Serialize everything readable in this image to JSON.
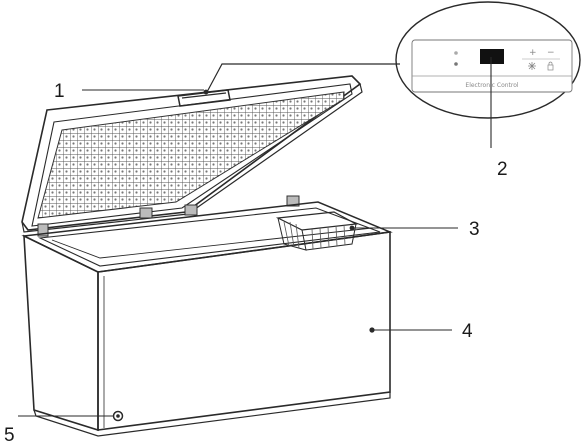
{
  "callouts": [
    {
      "id": "1",
      "label": "1"
    },
    {
      "id": "2",
      "label": "2"
    },
    {
      "id": "3",
      "label": "3"
    },
    {
      "id": "4",
      "label": "4"
    },
    {
      "id": "5",
      "label": "5"
    }
  ],
  "control_panel": {
    "plus_symbol": "+",
    "minus_symbol": "−",
    "brand_text": "Electronic Control"
  },
  "colors": {
    "line": "#2a2a2a",
    "lid_grid": "#555555",
    "body_fill": "#ffffff",
    "display": "#111111"
  }
}
